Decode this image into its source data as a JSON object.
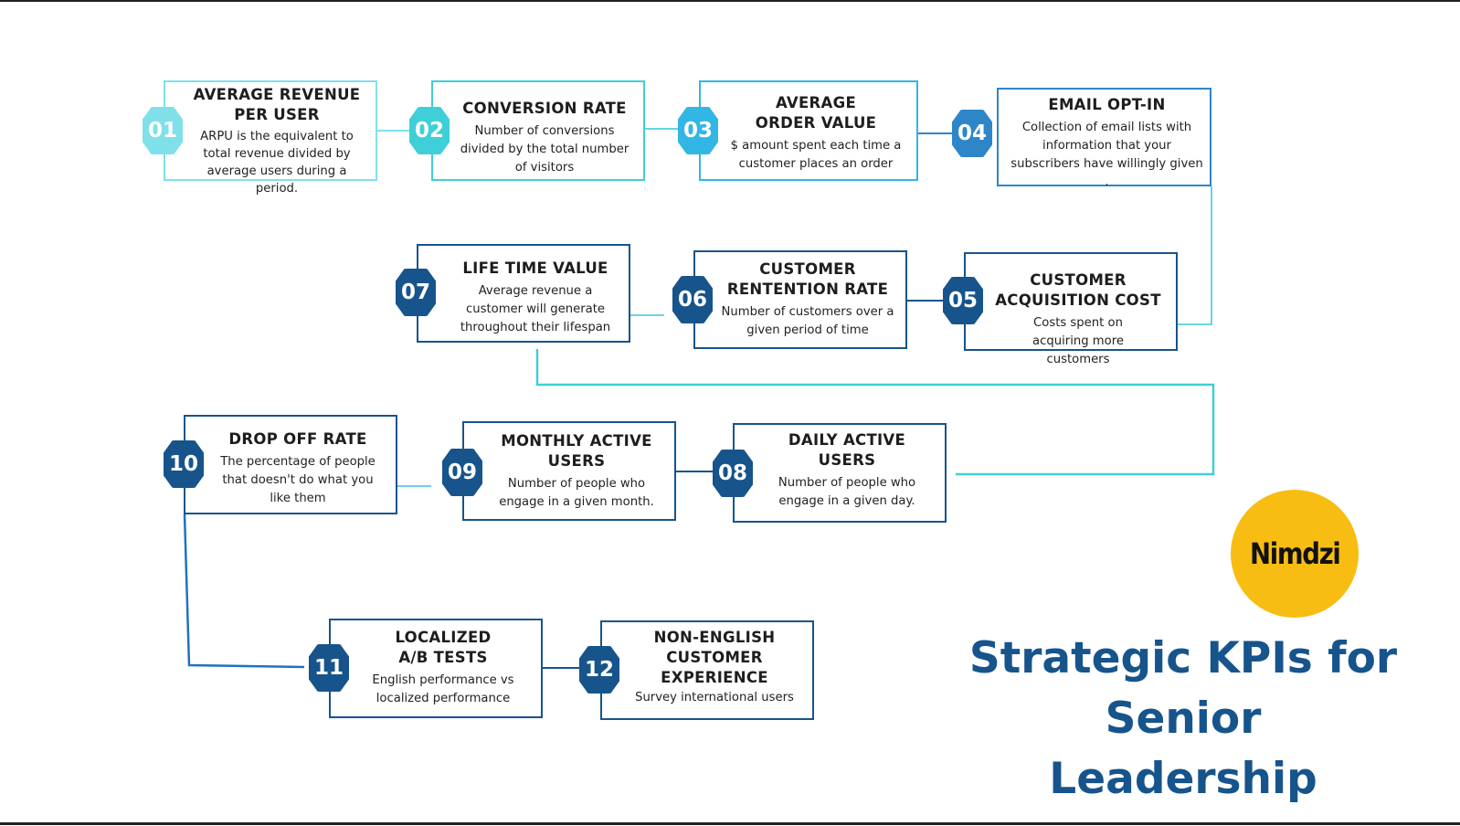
{
  "title": {
    "line1": "Strategic KPIs for",
    "line2": "Senior Leadership"
  },
  "logo": {
    "text": "Nimdzi",
    "color": "#f8bd12"
  },
  "colors": {
    "cyan_light": "#7fe0ea",
    "cyan": "#3fcfd8",
    "sky": "#32b6e5",
    "blue": "#2e86c9",
    "navy": "#17548c",
    "connector_light": "#6cd3e3",
    "connector_dark": "#1f73c0"
  },
  "kpis": [
    {
      "number": "01",
      "title": "AVERAGE REVENUE PER USER",
      "description": "ARPU is the equivalent to total revenue divided by average users during a period."
    },
    {
      "number": "02",
      "title": "CONVERSION RATE",
      "description": "Number of conversions divided by the total number of visitors"
    },
    {
      "number": "03",
      "title": "AVERAGE ORDER VALUE",
      "description": "$ amount spent each time a customer places an order"
    },
    {
      "number": "04",
      "title": "EMAIL OPT-IN",
      "description": "Collection of email lists with information that your subscribers have willingly given ."
    },
    {
      "number": "05",
      "title": "CUSTOMER ACQUISITION COST",
      "description": "Costs spent on acquiring more customers"
    },
    {
      "number": "06",
      "title": "CUSTOMER RENTENTION RATE",
      "description": "Number of customers  over a given period of time"
    },
    {
      "number": "07",
      "title": "LIFE TIME VALUE",
      "description": "Average revenue  a customer will generate throughout their lifespan"
    },
    {
      "number": "08",
      "title": "DAILY ACTIVE USERS",
      "description": "Number of people who engage in a given day."
    },
    {
      "number": "09",
      "title": "MONTHLY ACTIVE USERS",
      "description": "Number of people who engage in a given month."
    },
    {
      "number": "10",
      "title": "DROP OFF RATE",
      "description": "The percentage of people that doesn't do what you like them"
    },
    {
      "number": "11",
      "title": "LOCALIZED A/B TESTS",
      "description": "English performance vs localized performance"
    },
    {
      "number": "12",
      "title": "NON-ENGLISH CUSTOMER EXPERIENCE",
      "description": "Survey international users"
    }
  ]
}
